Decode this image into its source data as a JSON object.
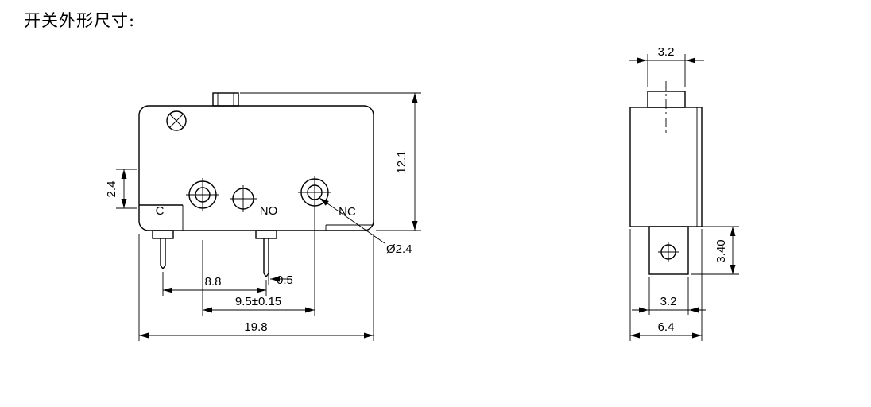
{
  "title": "开关外形尺寸:",
  "front_view": {
    "labels": {
      "common": "C",
      "normally_open": "NO",
      "normally_closed": "NC"
    },
    "dims": {
      "body_height": "12.1",
      "pin_offset": "2.4",
      "pin_spacing": "8.8",
      "pin_width": "0.5",
      "hole_spacing": "9.5±0.15",
      "body_width": "19.8",
      "hole_diameter": "Ø2.4"
    }
  },
  "side_view": {
    "dims": {
      "plunger_width": "3.2",
      "terminal_height": "3.40",
      "terminal_width": "3.2",
      "body_depth": "6.4"
    }
  }
}
